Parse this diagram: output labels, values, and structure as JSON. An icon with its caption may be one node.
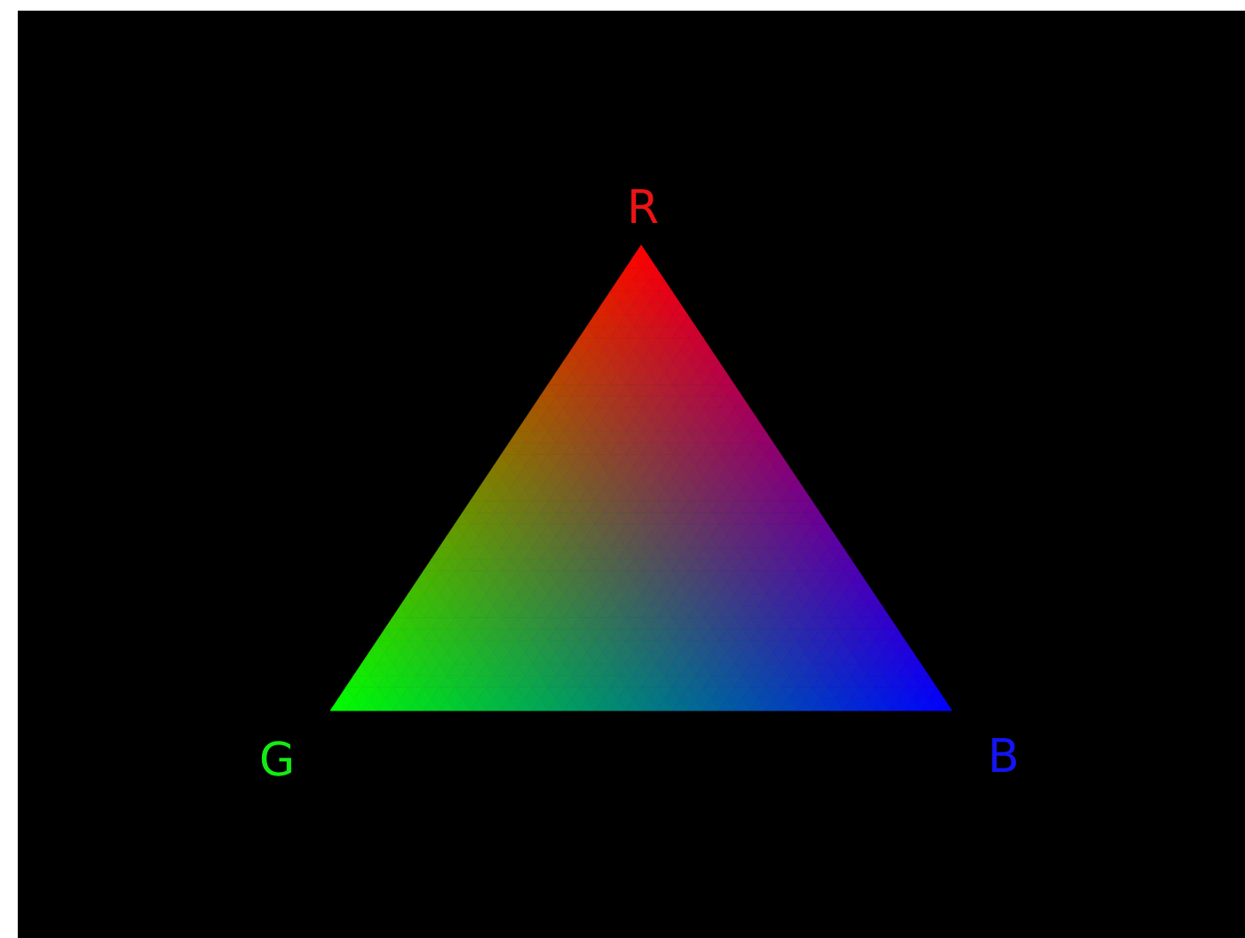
{
  "diagram": {
    "labels": [
      "R",
      "G",
      "B"
    ]
  }
}
